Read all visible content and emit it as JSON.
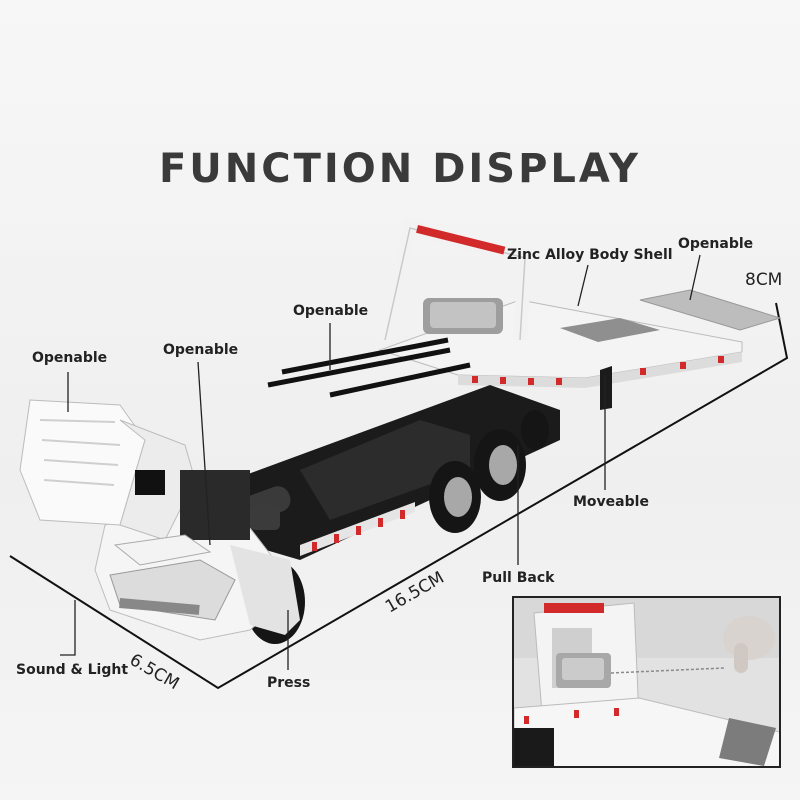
{
  "title": "FUNCTION DISPLAY",
  "labels": {
    "openable_cab": "Openable",
    "openable_hood": "Openable",
    "openable_rack": "Openable",
    "openable_ramp": "Openable",
    "zinc_alloy": "Zinc Alloy Body Shell",
    "moveable": "Moveable",
    "pull_back": "Pull Back",
    "press": "Press",
    "sound_light": "Sound & Light"
  },
  "dimensions": {
    "height": "8CM",
    "length": "16.5CM",
    "width": "6.5CM"
  },
  "colors": {
    "title": "#3a3a3a",
    "truck_body": "#ffffff",
    "chassis": "#1a1a1a",
    "accent_red": "#d22a2a",
    "bed_plate": "#9a9a9a"
  }
}
